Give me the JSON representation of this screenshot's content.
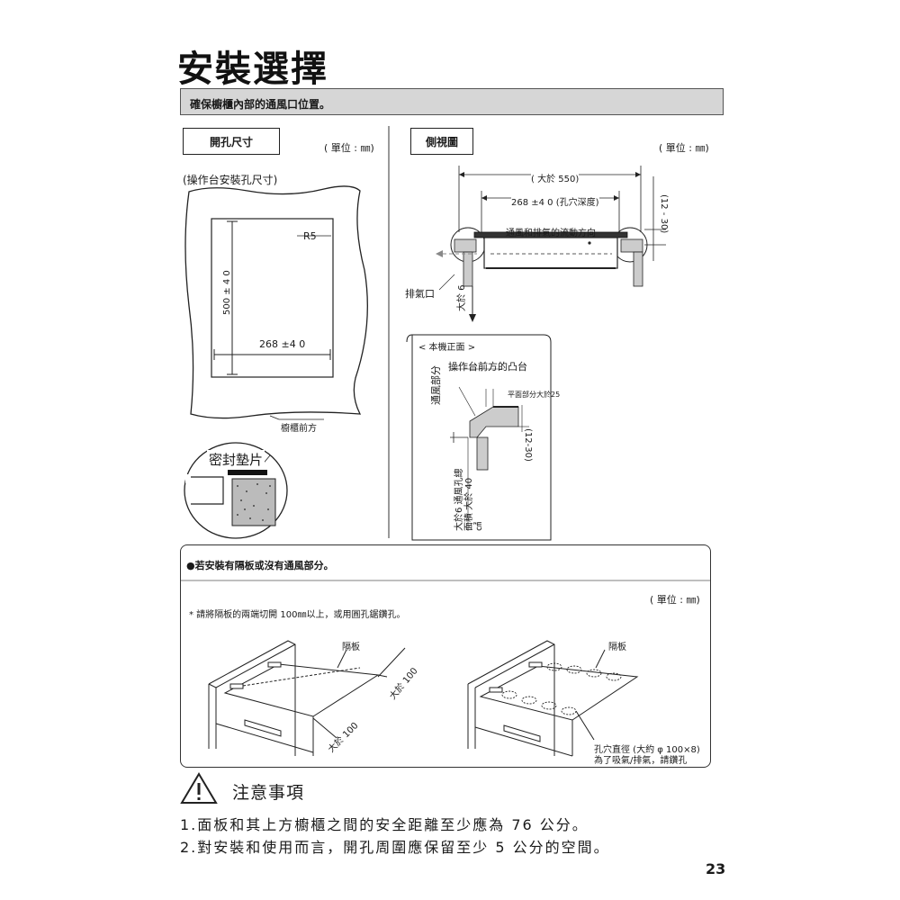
{
  "page": {
    "title": "安裝選擇",
    "banner": "確保櫥櫃內部的通風口位置。",
    "page_number": "23"
  },
  "left_section": {
    "box_label": "開孔尺寸",
    "unit": "( 單位 : ㎜)",
    "subtitle": "(操作台安裝孔尺寸)",
    "r_label": "R5",
    "height_label": "500 ± 4 0",
    "width_label": "268 ±4 0",
    "cabinet_front": "櫥櫃前方",
    "gasket_label": "密封墊片"
  },
  "right_section": {
    "box_label": "側視圖",
    "unit": "( 單位 : ㎜)",
    "dim_550": "( 大於 550)",
    "dim_268": "268 ±4 0 (孔穴深度)",
    "airflow": "通風和排氣的流動方向",
    "dim_12_30": "(12 - 30)",
    "exhaust": "排氣口",
    "gt6": "大於 6",
    "front_view": "< 本機正面 >",
    "ventilation_part": "通風部分",
    "counter_bump": "操作台前方的凸台",
    "flat_part": "平面部分大於25",
    "dim_12_30_b": "(12-30)",
    "vent_area": "大於6 通風孔總面積 大於 40 ㎠"
  },
  "partition_section": {
    "heading": "●若安裝有隔板或沒有通風部分。",
    "unit": "( 單位 : ㎜)",
    "instruction": "* 請將隔板的兩端切開 100㎜以上，或用圓孔鋸鑽孔。",
    "partition_label_1": "隔板",
    "partition_label_2": "隔板",
    "gt100_a": "大於 100",
    "gt100_b": "大於 100",
    "hole_note_1": "孔穴直徑 (大約 φ 100×8)",
    "hole_note_2": "為了吸氣/排氣，請鑽孔"
  },
  "notes": {
    "heading": "注意事項",
    "items": [
      "1.面板和其上方櫥櫃之間的安全距離至少應為 76 公分。",
      "2.對安裝和使用而言，開孔周圍應保留至少 5 公分的空間。"
    ]
  }
}
